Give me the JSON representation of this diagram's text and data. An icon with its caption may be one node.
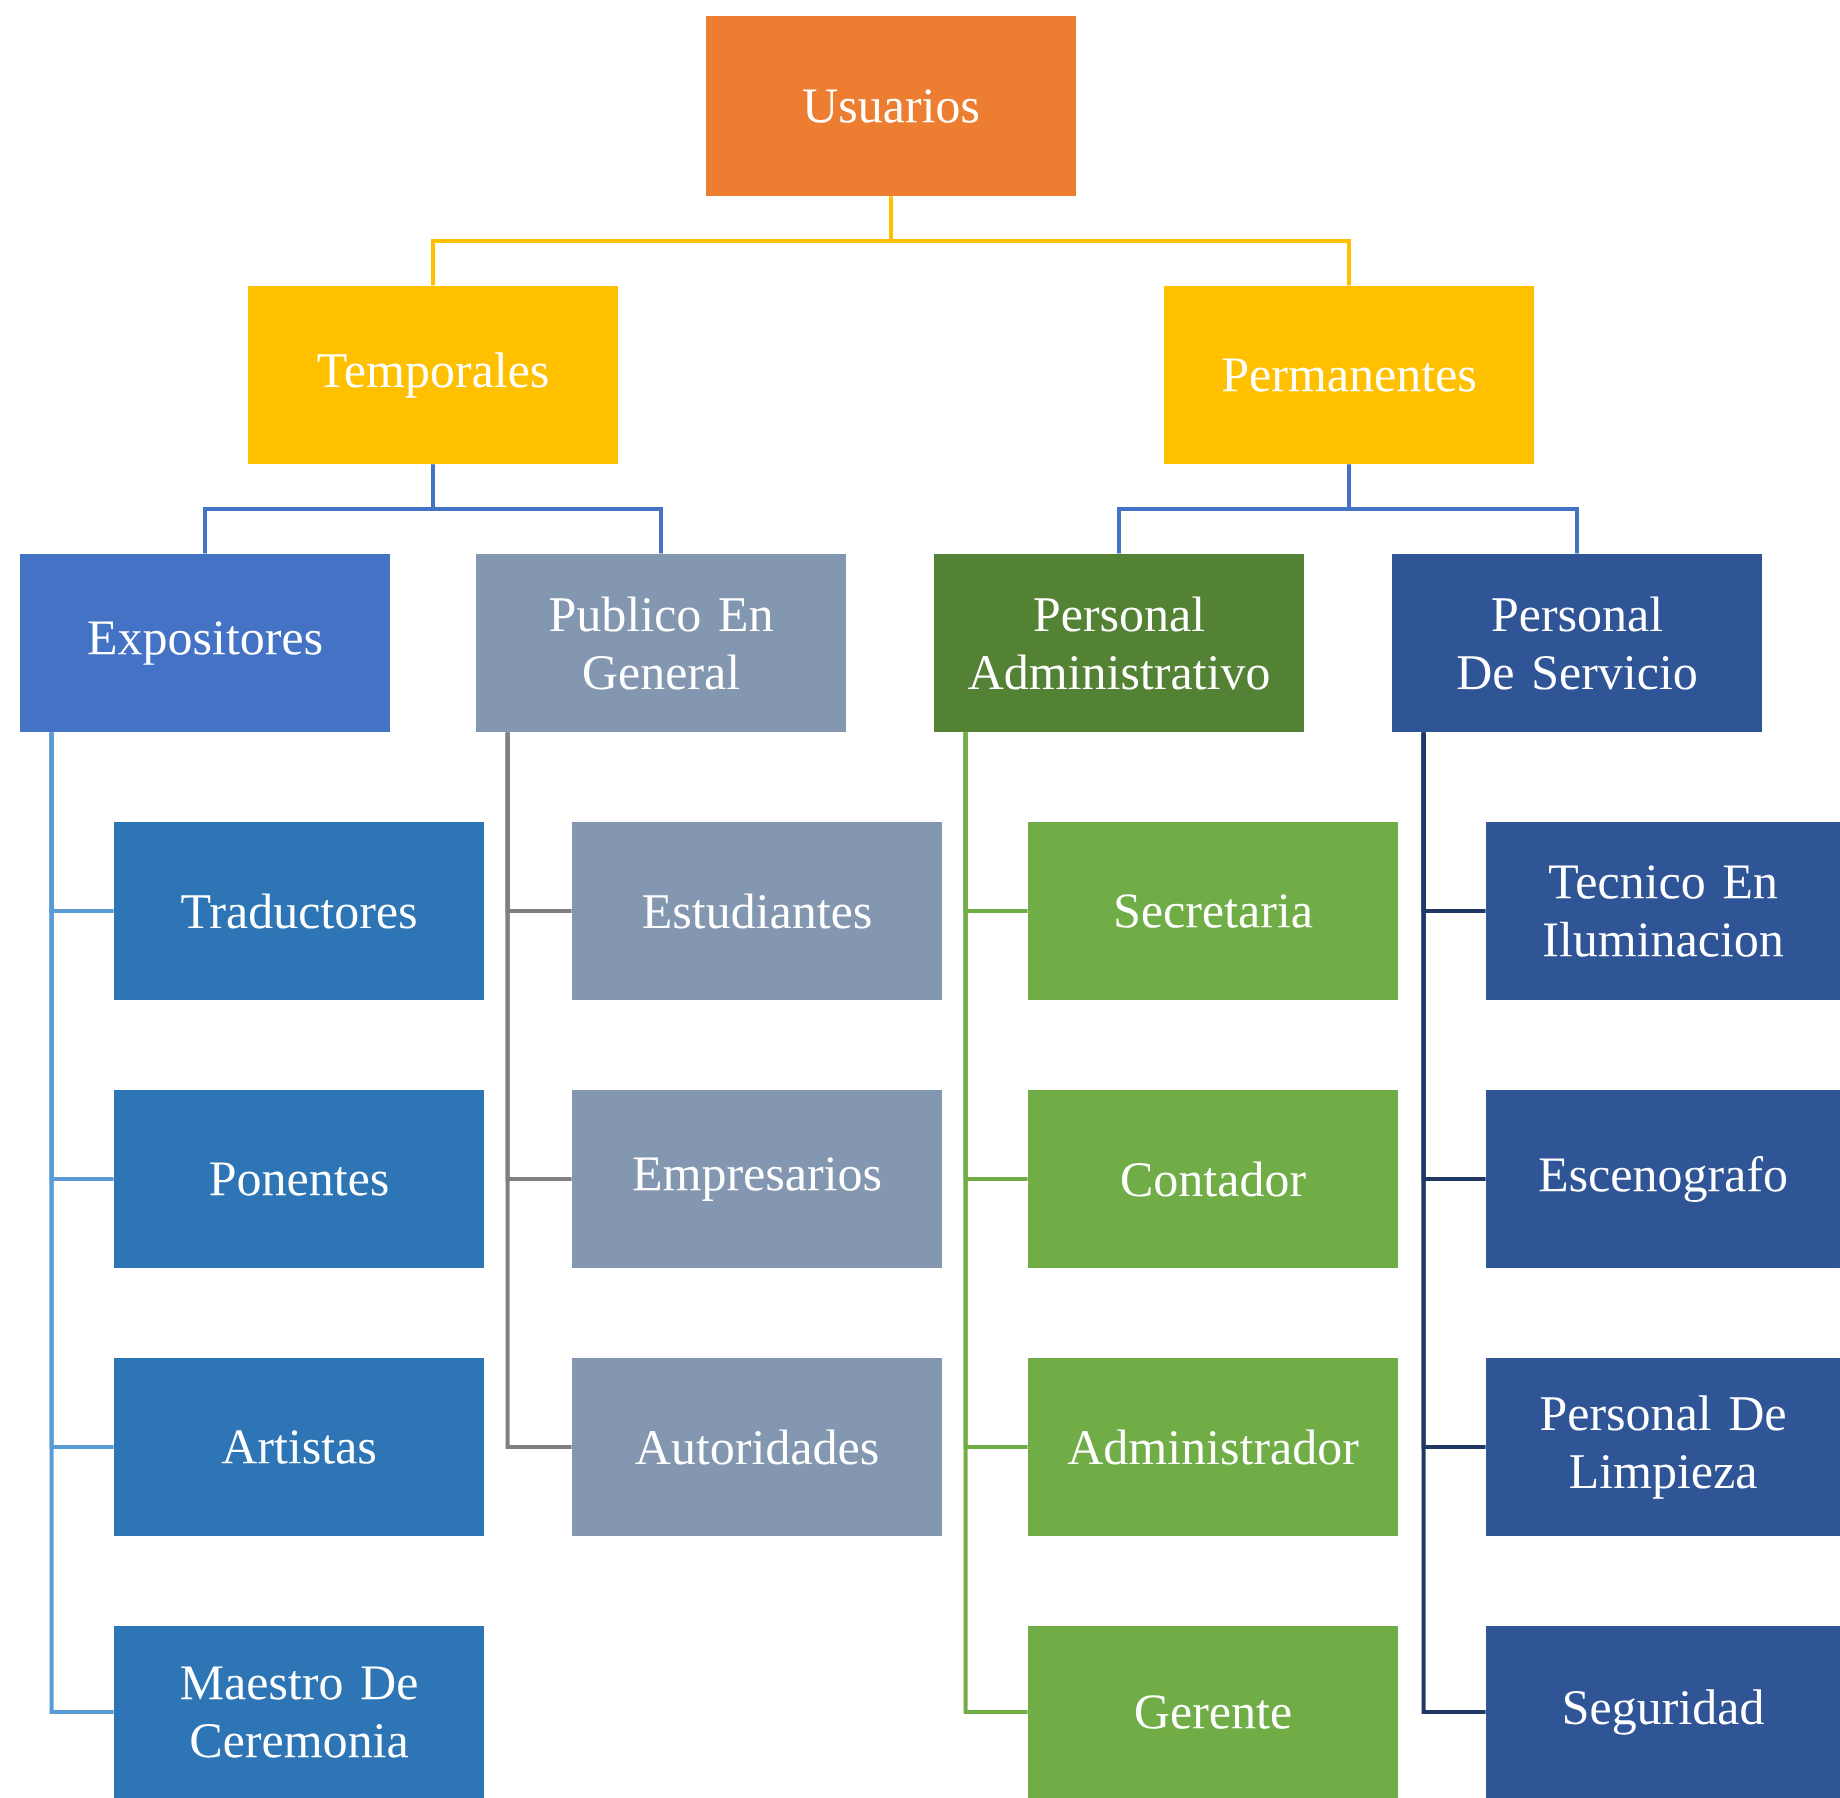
{
  "diagram": {
    "nodes": [
      {
        "text": [
          "Usuarios"
        ]
      },
      {
        "text": [
          "Temporales"
        ]
      },
      {
        "text": [
          "Permanentes"
        ]
      },
      {
        "text": [
          "Expositores"
        ]
      },
      {
        "text": [
          "Publico En General"
        ]
      },
      {
        "text": [
          "Personal Administrativo"
        ]
      },
      {
        "text": [
          "Personal De Servicio"
        ]
      },
      {
        "text": [
          "Traductores"
        ]
      },
      {
        "text": [
          "Ponentes"
        ]
      },
      {
        "text": [
          "Artistas"
        ]
      },
      {
        "text": [
          "Maestro De Ceremonia"
        ]
      },
      {
        "text": [
          "Estudiantes"
        ]
      },
      {
        "text": [
          "Empresarios"
        ]
      },
      {
        "text": [
          "Autoridades"
        ]
      },
      {
        "text": [
          "Secretaria"
        ]
      },
      {
        "text": [
          "Contador"
        ]
      },
      {
        "text": [
          "Administrador"
        ]
      },
      {
        "text": [
          "Gerente"
        ]
      },
      {
        "text": [
          "Tecnico En Iluminacion"
        ]
      },
      {
        "text": [
          "Escenografo"
        ]
      },
      {
        "text": [
          "Personal De Limpieza"
        ]
      },
      {
        "text": [
          "Seguridad"
        ]
      }
    ],
    "edges": [
      {
        "from": 0,
        "to": 1,
        "arrow": "none",
        "color": "#ffc000"
      },
      {
        "from": 0,
        "to": 2,
        "arrow": "none",
        "color": "#ffc000"
      },
      {
        "from": 1,
        "to": 3,
        "arrow": "none",
        "color": "#4472c4"
      },
      {
        "from": 1,
        "to": 4,
        "arrow": "none",
        "color": "#4472c4"
      },
      {
        "from": 2,
        "to": 5,
        "arrow": "none",
        "color": "#4472c4"
      },
      {
        "from": 2,
        "to": 6,
        "arrow": "none",
        "color": "#4472c4"
      },
      {
        "from": 3,
        "to": 7,
        "arrow": "none",
        "color": "#5b9bd5"
      },
      {
        "from": 3,
        "to": 8,
        "arrow": "none",
        "color": "#5b9bd5"
      },
      {
        "from": 3,
        "to": 9,
        "arrow": "none",
        "color": "#5b9bd5"
      },
      {
        "from": 3,
        "to": 10,
        "arrow": "none",
        "color": "#5b9bd5"
      },
      {
        "from": 4,
        "to": 11,
        "arrow": "none",
        "color": "#7f7f7f"
      },
      {
        "from": 4,
        "to": 12,
        "arrow": "none",
        "color": "#7f7f7f"
      },
      {
        "from": 4,
        "to": 13,
        "arrow": "none",
        "color": "#7f7f7f"
      },
      {
        "from": 5,
        "to": 14,
        "arrow": "none",
        "color": "#70ad47"
      },
      {
        "from": 5,
        "to": 15,
        "arrow": "none",
        "color": "#70ad47"
      },
      {
        "from": 5,
        "to": 16,
        "arrow": "none",
        "color": "#70ad47"
      },
      {
        "from": 5,
        "to": 17,
        "arrow": "none",
        "color": "#70ad47"
      },
      {
        "from": 6,
        "to": 18,
        "arrow": "none",
        "color": "#203864"
      },
      {
        "from": 6,
        "to": 19,
        "arrow": "none",
        "color": "#203864"
      },
      {
        "from": 6,
        "to": 20,
        "arrow": "none",
        "color": "#203864"
      },
      {
        "from": 6,
        "to": 21,
        "arrow": "none",
        "color": "#203864"
      }
    ]
  }
}
